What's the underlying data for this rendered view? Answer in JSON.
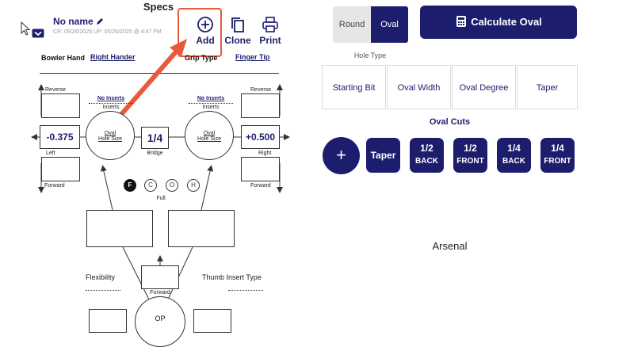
{
  "left_panel": {
    "title": "Specs",
    "doc_name": "No name",
    "doc_meta": "CR: 05/26/2025 UP: 05/26/2025 @ 4:47 PM",
    "toolbar": {
      "add": "Add",
      "clone": "Clone",
      "print": "Print"
    },
    "bowler_hand_label": "Bowler Hand",
    "bowler_hand_value": "Right Hander",
    "grip_type_label": "Grip Type",
    "grip_type_value": "Finger Tip",
    "left_hole": {
      "reverse": "Reverse",
      "no_inserts": "No Inserts",
      "inserts": "Inserts",
      "oval": "Oval",
      "hole_size": "Hole Size",
      "value": "-0.375",
      "side": "Left",
      "forward": "Forward"
    },
    "right_hole": {
      "reverse": "Reverse",
      "no_inserts": "No Inserts",
      "inserts": "Inserts",
      "oval": "Oval",
      "hole_size": "Hole Size",
      "value": "+0.500",
      "side": "Right",
      "forward": "Forward"
    },
    "bridge_value": "1/4",
    "bridge_label": "Bridge",
    "grip_options": [
      "F",
      "C",
      "O",
      "H"
    ],
    "grip_selected": "Full",
    "flexibility_label": "Flexibility",
    "thumb_insert_label": "Thumb Insert Type",
    "thumb_forward_label": "Forward",
    "thumb_circle_text": "OP"
  },
  "right_panel": {
    "shape_toggle": [
      "Round",
      "Oval"
    ],
    "shape_selected": "Oval",
    "calculate_label": "Calculate Oval",
    "hole_type_label": "Hole Type",
    "hole_type_cells": [
      "Starting Bit",
      "Oval Width",
      "Oval Degree",
      "Taper"
    ],
    "oval_cuts_label": "Oval Cuts",
    "oval_cuts": [
      {
        "top": "Taper",
        "bottom": ""
      },
      {
        "top": "1/2",
        "bottom": "BACK"
      },
      {
        "top": "1/2",
        "bottom": "FRONT"
      },
      {
        "top": "1/4",
        "bottom": "BACK"
      },
      {
        "top": "1/4",
        "bottom": "FRONT"
      }
    ],
    "arsenal_label": "Arsenal"
  },
  "colors": {
    "navy": "#1d1d6e",
    "highlight": "#e85a3a",
    "toggle_off": "#e6e6e6"
  }
}
